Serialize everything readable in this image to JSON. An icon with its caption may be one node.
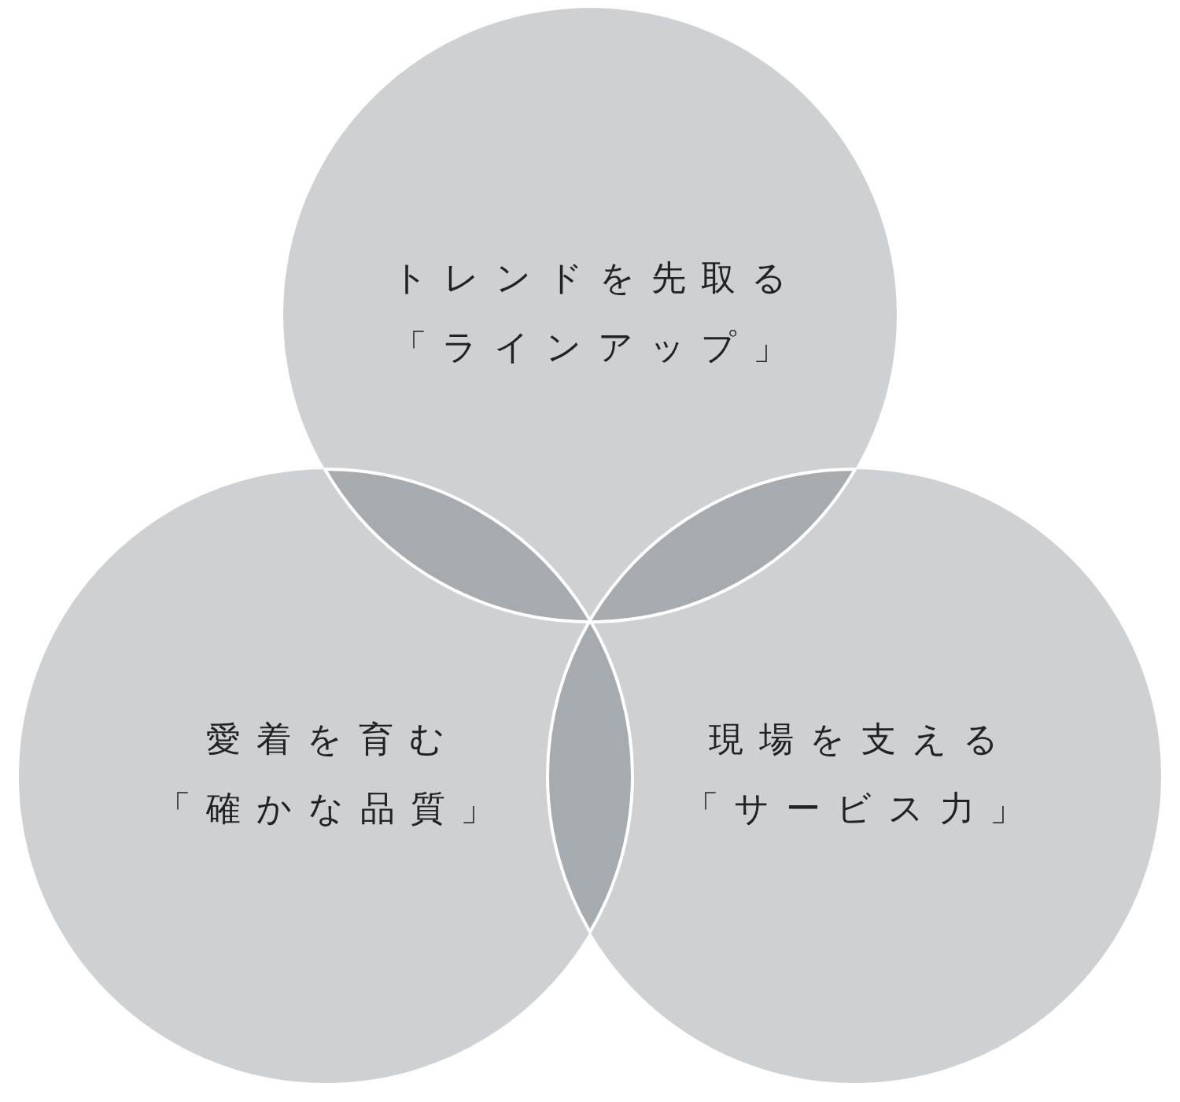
{
  "diagram": {
    "nodes": [
      {
        "text": [
          "トレンドを先取る",
          "「ラインアップ」"
        ]
      },
      {
        "text": [
          "愛着を育む",
          "「確かな品質」"
        ]
      },
      {
        "text": [
          "現場を支える",
          "「サービス力」"
        ]
      }
    ]
  }
}
